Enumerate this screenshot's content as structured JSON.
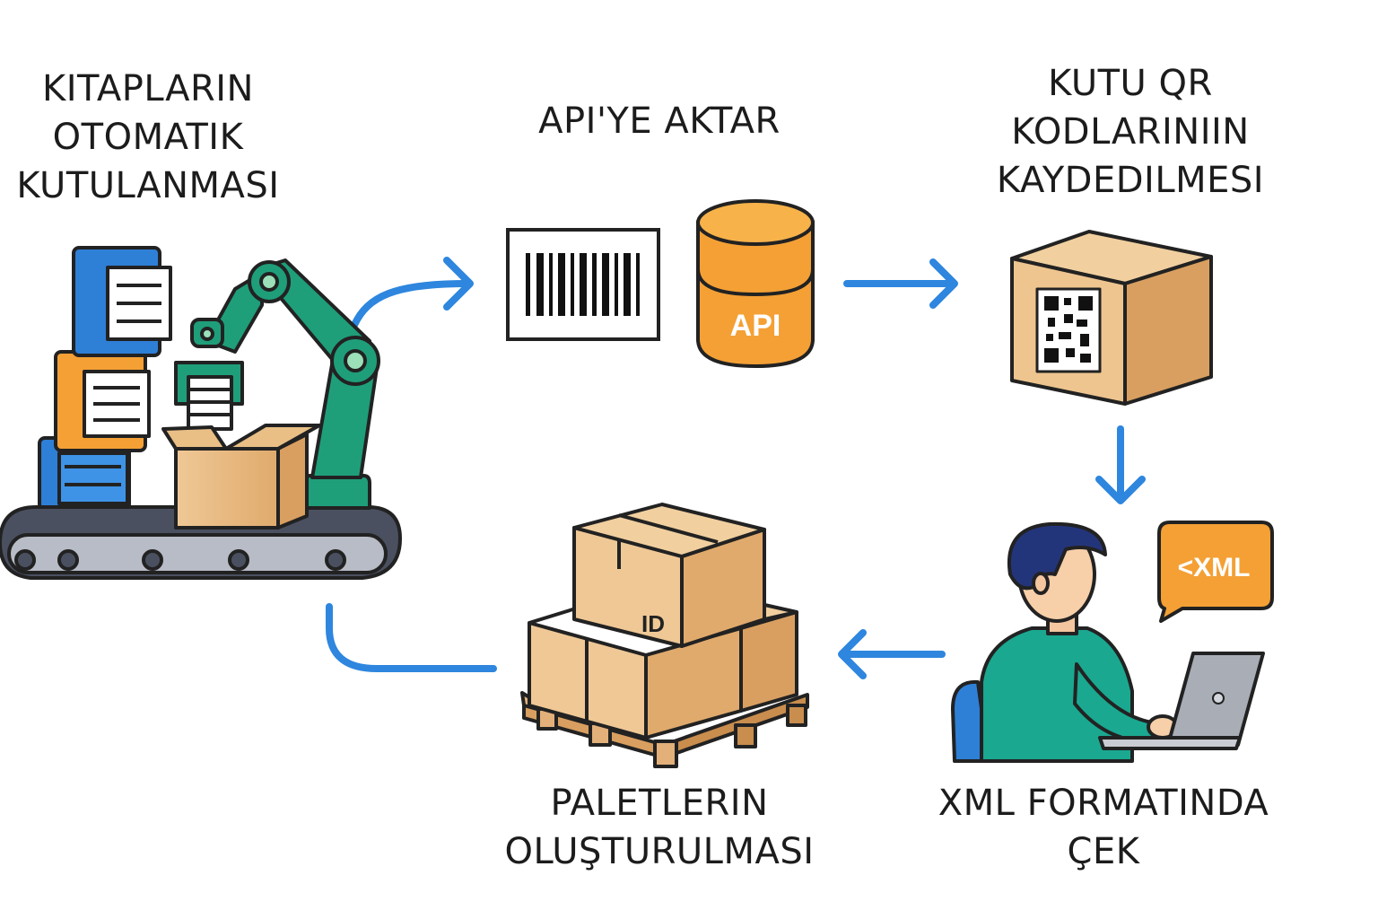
{
  "steps": {
    "boxing": {
      "lines": [
        "KITAPLARIN",
        "OTOMATIK",
        "KUTULANMASI"
      ]
    },
    "api": {
      "lines": [
        "API'YE AKTAR"
      ]
    },
    "qr": {
      "lines": [
        "KUTU QR",
        "KODLARINIIN",
        "KAYDEDILMESI"
      ]
    },
    "xml": {
      "lines": [
        "XML FORMATINDA",
        "ÇEK"
      ]
    },
    "pallet": {
      "lines": [
        "PALETLERIN",
        "OLUŞTURULMASI"
      ]
    }
  },
  "icons": {
    "api_badge": "API",
    "xml_bubble": "<XML",
    "box_id": "ID"
  },
  "colors": {
    "arrow": "#2e86de",
    "robot": "#1f9e7a",
    "cardboard": "#e9bf86",
    "orange": "#f4a035",
    "book_blue": "#2e7fd6",
    "outline": "#222222"
  }
}
